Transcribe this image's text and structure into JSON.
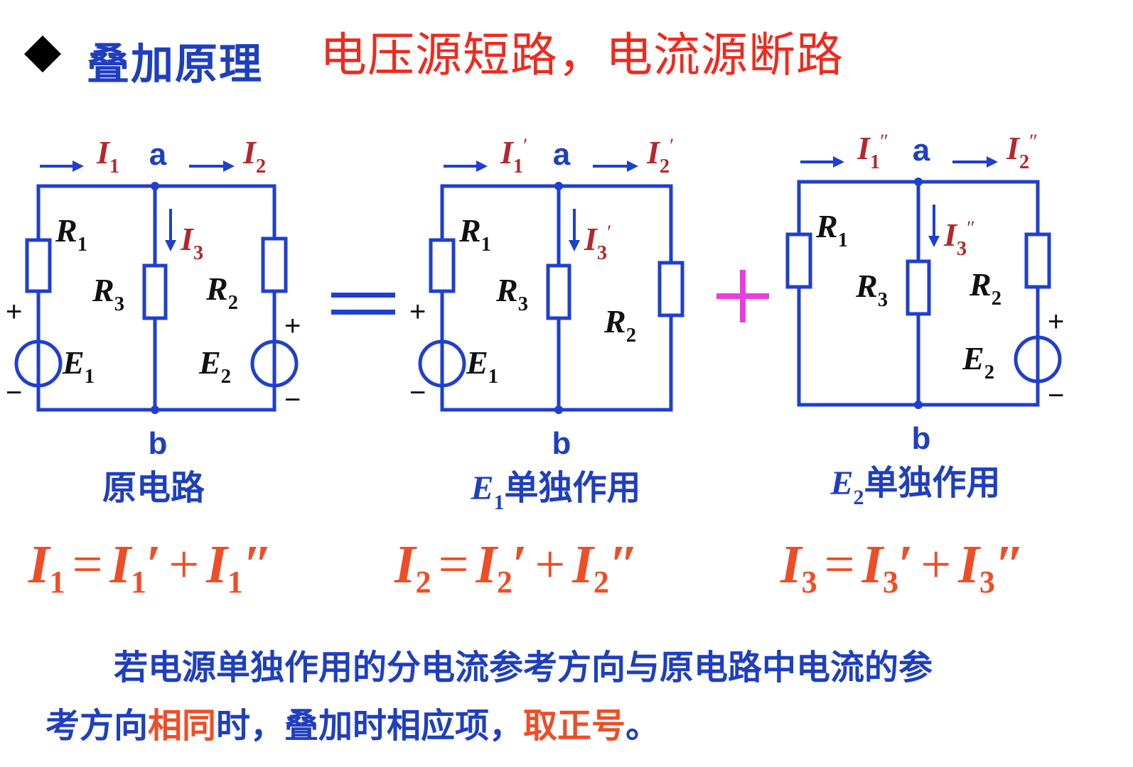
{
  "header": {
    "title": "叠加原理",
    "subtitle": "电压源短路，电流源断路"
  },
  "circuits": [
    {
      "caption": "原电路",
      "node_top": "a",
      "node_bottom": "b",
      "labels": {
        "I1": [
          "I",
          "1",
          ""
        ],
        "I2": [
          "I",
          "2",
          ""
        ],
        "I3": [
          "I",
          "3",
          ""
        ],
        "R1": [
          "R",
          "1"
        ],
        "R2": [
          "R",
          "2"
        ],
        "R3": [
          "R",
          "3"
        ],
        "E1": [
          "E",
          "1"
        ],
        "E2": [
          "E",
          "2"
        ]
      }
    },
    {
      "caption_var": "E",
      "caption_sub": "1",
      "caption_text": "单独作用",
      "node_top": "a",
      "node_bottom": "b",
      "labels": {
        "I1": [
          "I",
          "1",
          "′"
        ],
        "I2": [
          "I",
          "2",
          "′"
        ],
        "I3": [
          "I",
          "3",
          "′"
        ],
        "R1": [
          "R",
          "1"
        ],
        "R2": [
          "R",
          "2"
        ],
        "R3": [
          "R",
          "3"
        ],
        "E1": [
          "E",
          "1"
        ]
      }
    },
    {
      "caption_var": "E",
      "caption_sub": "2",
      "caption_text": "单独作用",
      "node_top": "a",
      "node_bottom": "b",
      "labels": {
        "I1": [
          "I",
          "1",
          "″"
        ],
        "I2": [
          "I",
          "2",
          "″"
        ],
        "I3": [
          "I",
          "3",
          "″"
        ],
        "R1": [
          "R",
          "1"
        ],
        "R2": [
          "R",
          "2"
        ],
        "R3": [
          "R",
          "3"
        ],
        "E2": [
          "E",
          "2"
        ]
      }
    }
  ],
  "operators": {
    "equals": "=",
    "plus": "+"
  },
  "polarity": {
    "plus": "+",
    "minus": "−"
  },
  "formulas": [
    {
      "lhs": "I",
      "sub": "1",
      "eq": "=",
      "t1": "I",
      "t1_sub": "1",
      "p1": "′",
      "plus": "+",
      "t2": "I",
      "t2_sub": "1",
      "p2": "″"
    },
    {
      "lhs": "I",
      "sub": "2",
      "eq": "=",
      "t1": "I",
      "t1_sub": "2",
      "p1": "′",
      "plus": "+",
      "t2": "I",
      "t2_sub": "2",
      "p2": "″"
    },
    {
      "lhs": "I",
      "sub": "3",
      "eq": "=",
      "t1": "I",
      "t1_sub": "3",
      "p1": "′",
      "plus": "+",
      "t2": "I",
      "t2_sub": "3",
      "p2": "″"
    }
  ],
  "note": {
    "line1": "若电源单独作用的分电流参考方向与原电路中电流的参",
    "line2_a": "考方向",
    "line2_hl1": "相同",
    "line2_b": "时，叠加时相应项，",
    "line2_hl2": "取正号",
    "line2_end": "。"
  },
  "colors": {
    "wire": "#1f3fcf",
    "current_label": "#b3282c",
    "text_blue": "#1f3fbf",
    "title_red": "#ef2a1e",
    "formula": "#ef4d26",
    "plus_magenta": "#e83ee0",
    "black": "#111111"
  }
}
